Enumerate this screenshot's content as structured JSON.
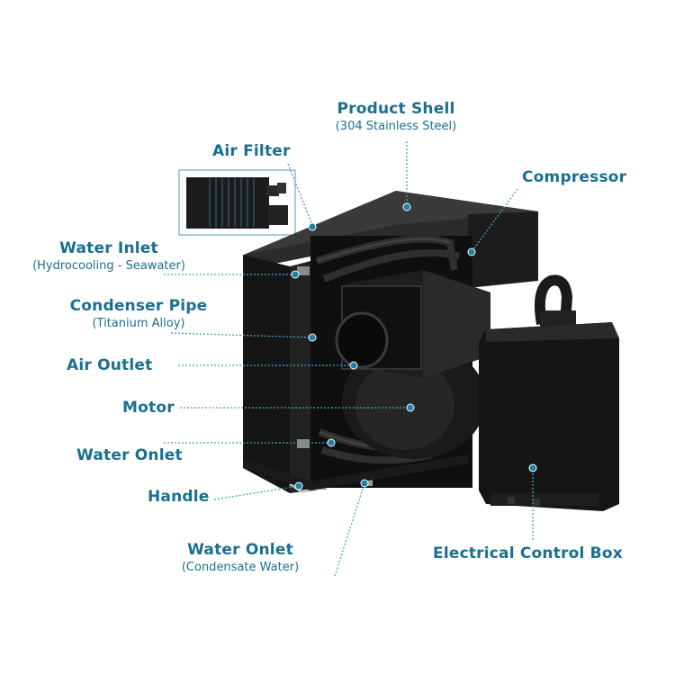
{
  "labels": {
    "product_shell": {
      "main": "Product Shell",
      "sub": "(304 Stainless Steel)"
    },
    "air_filter": {
      "main": "Air Filter"
    },
    "compressor": {
      "main": "Compressor"
    },
    "water_inlet": {
      "main": "Water Inlet",
      "sub": "(Hydrocooling - Seawater)"
    },
    "condenser_pipe": {
      "main": "Condenser Pipe",
      "sub": "(Titanium Alloy)"
    },
    "air_outlet": {
      "main": "Air Outlet"
    },
    "motor": {
      "main": "Motor"
    },
    "water_onlet": {
      "main": "Water Onlet"
    },
    "handle": {
      "main": "Handle"
    },
    "water_onlet_condensate": {
      "main": "Water Onlet",
      "sub": "(Condensate Water)"
    },
    "electrical_control_box": {
      "main": "Electrical Control Box"
    }
  },
  "colors": {
    "label": "#1a6f8f",
    "leader": "#4a9fc0",
    "dot": "#1e7fa8",
    "unit": "#121212"
  }
}
